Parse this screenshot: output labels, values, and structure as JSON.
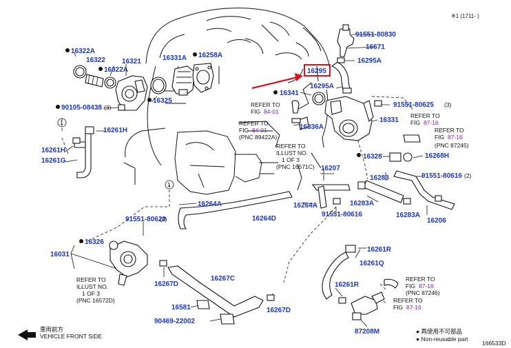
{
  "header": {
    "note": "※1 (1711-     )"
  },
  "highlighted_part": "16295",
  "parts": {
    "p91551_80830": "91551-80830",
    "p16671": "16671",
    "p16295A_top": "16295A",
    "p16295": "16295",
    "p16295A_mid": "16295A",
    "p16341": "16341",
    "p91551_80625": "91551-80625",
    "p16331": "16331",
    "p16336A": "16336A",
    "p16322A_a": "16322A",
    "p16322": "16322",
    "p16322A_b": "16322A",
    "p16321": "16321",
    "p16331A": "16331A",
    "p16258A": "16258A",
    "p16325": "16325",
    "p90105": "90105-08438",
    "p90105_qty": "(3)",
    "p16261H_a": "16261H",
    "p16261H_b": "16261H",
    "p16261G": "16261G",
    "p16207": "16207",
    "p16328": "16328",
    "p16268H": "16268H",
    "p91551_80616_r": "91551-80616",
    "p91551_80616_r_qty": "(2)",
    "p16283": "16283",
    "p16283A_a": "16283A",
    "p16283A_b": "16283A",
    "p16206": "16206",
    "p16264A_a": "16264A",
    "p16264A_b": "16264A",
    "p16264D": "16264D",
    "p91551_80616_c": "91551-80616",
    "p91551_80620": "91551-80620",
    "p91551_80620_qty": "(2)",
    "p16326": "16326",
    "p16031": "16031",
    "p16267D_a": "16267D",
    "p16267C": "16267C",
    "p16581": "16581",
    "p90469": "90469-22002",
    "p16267D_b": "16267D",
    "p16261R_a": "16261R",
    "p16261Q": "16261Q",
    "p16261R_b": "16261R",
    "p87208M": "87208M"
  },
  "refs": {
    "r1_line1": "REFER TO",
    "r1_line2": "FIG",
    "r1_fig": "84-01",
    "r2_line1": "REFER TO",
    "r2_line2": "FIG",
    "r2_fig": "84-01",
    "r2_pnc": "(PNC 89422A)",
    "r3_line1": "REFER TO",
    "r3_line2": "ILLUST NO.",
    "r3_line3": "1 OF 3",
    "r3_pnc": "(PNC 16571C)",
    "r4_line1": "REFER TO",
    "r4_line2": "FIG",
    "r4_fig": "87-16",
    "r5_line1": "REFER TO",
    "r5_line2": "FIG",
    "r5_fig": "87-16",
    "r5_pnc": "(PNC 87245)",
    "r6_line1": "REFER TO",
    "r6_line2": "ILLUST NO.",
    "r6_line3": "1 OF 3",
    "r6_pnc": "(PNC 16572D)",
    "r7_line1": "REFER TO",
    "r7_line2": "FIG",
    "r7_fig": "87-16",
    "r7_pnc": "(PNC 87246)",
    "r8_line1": "REFER TO",
    "r8_line2": "FIG",
    "r8_fig": "87-16"
  },
  "callouts": {
    "c1_a": "1",
    "c1_b": "1"
  },
  "footer": {
    "vehicle_front_jp": "車両前方",
    "vehicle_front_en": "VEHICLE FRONT SIDE",
    "legend_jp": "● 再使用不可部品",
    "legend_en": "● Non-reusable part",
    "diagram_id": "166533D"
  },
  "colors": {
    "part_number": "#1a35c8",
    "reference_fig": "#7a1fa2",
    "highlight": "#e0101a"
  }
}
